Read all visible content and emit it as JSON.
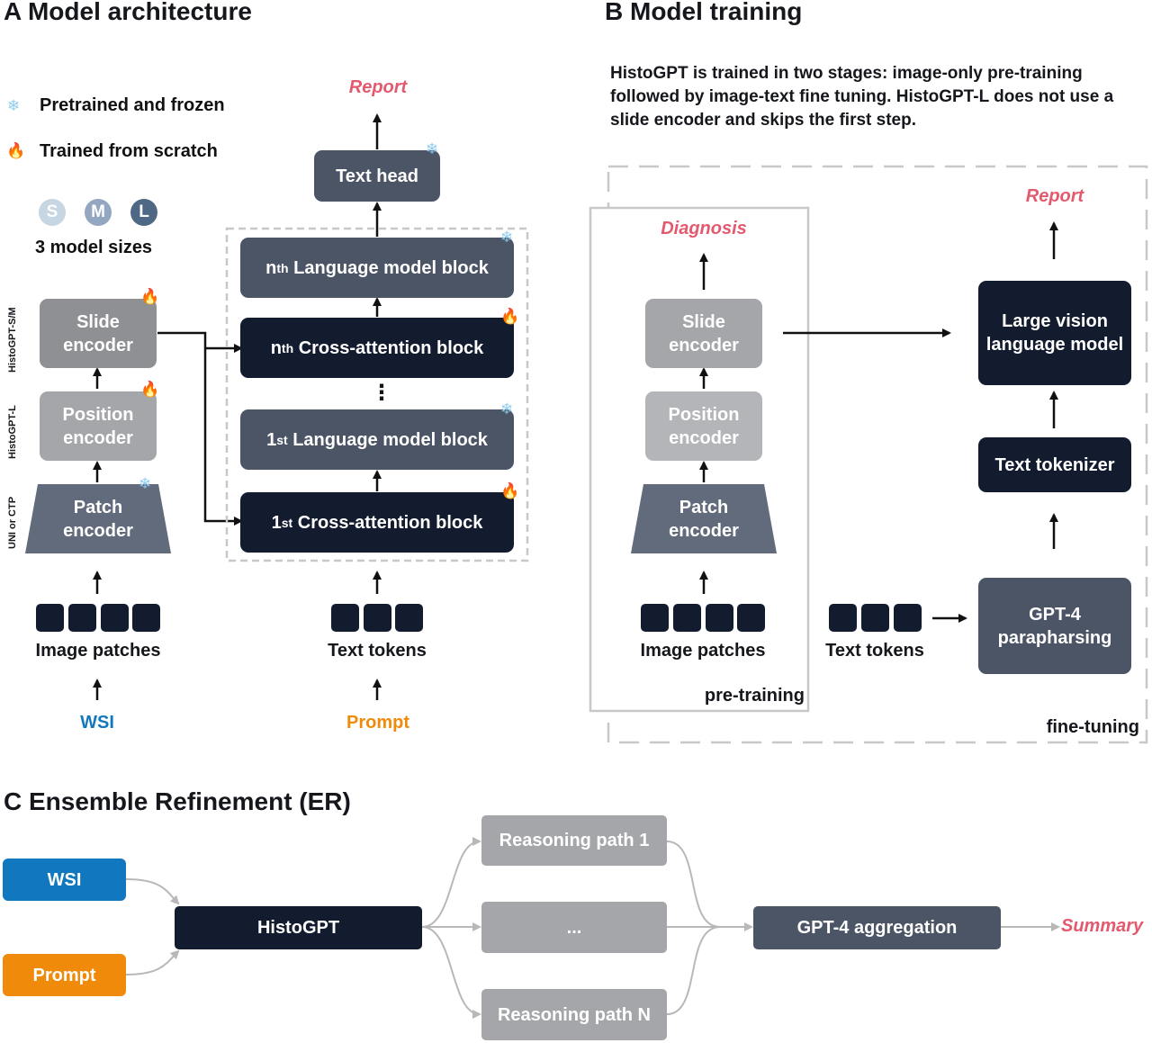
{
  "panelA": {
    "title": "A Model architecture",
    "legend_frozen": "Pretrained and frozen",
    "legend_scratch": "Trained from scratch",
    "sizes": [
      "S",
      "M",
      "L"
    ],
    "sizes_label": "3 model sizes",
    "side_labels": [
      "HistoGPT-S/M",
      "HistoGPT-L",
      "UNI or CTP"
    ],
    "slide_encoder": "Slide encoder",
    "position_encoder": "Position encoder",
    "patch_encoder": "Patch encoder",
    "image_patches": "Image patches",
    "wsi": "WSI",
    "report": "Report",
    "text_head": "Text head",
    "nth_prefix": "n",
    "nth_sup": "th",
    "first_prefix": "1",
    "first_sup": "st",
    "lm_block": "Language model block",
    "ca_block": "Cross-attention block",
    "ellipsis": "⋮",
    "text_tokens": "Text tokens",
    "prompt": "Prompt"
  },
  "panelB": {
    "title": "B Model training",
    "description": "HistoGPT is trained in two stages: image-only pre-training followed by image-text fine tuning. HistoGPT-L does not use a slide encoder and skips the first step.",
    "diagnosis": "Diagnosis",
    "report": "Report",
    "slide_encoder": "Slide encoder",
    "position_encoder": "Position encoder",
    "patch_encoder": "Patch encoder",
    "image_patches": "Image patches",
    "pretraining": "pre-training",
    "lvlm": "Large vision language model",
    "text_tokenizer": "Text tokenizer",
    "gpt4_para": "GPT-4 parapharsing",
    "text_tokens": "Text tokens",
    "finetuning": "fine-tuning"
  },
  "panelC": {
    "title": "C Ensemble Refinement (ER)",
    "wsi": "WSI",
    "prompt": "Prompt",
    "histogpt": "HistoGPT",
    "path1": "Reasoning path 1",
    "path_mid": "...",
    "pathN": "Reasoning path N",
    "aggregation": "GPT-4 aggregation",
    "summary": "Summary"
  },
  "colors": {
    "dark": "#131c2f",
    "slate": "#4b5566",
    "gray": "#8f9093",
    "light_gray": "#a5a6a9",
    "report_red": "#e35a6f",
    "wsi_blue": "#1178bf",
    "prompt_orange": "#f08a0b"
  },
  "icons": {
    "frozen": "snowflake-icon",
    "scratch": "fire-icon"
  }
}
